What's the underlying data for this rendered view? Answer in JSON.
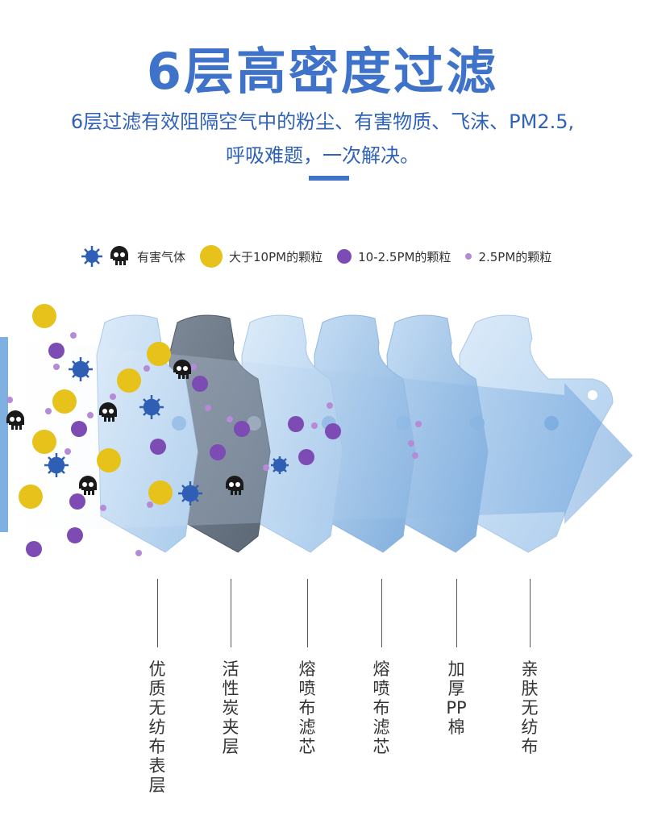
{
  "title": "6层高密度过滤",
  "subtitle": {
    "line1": "6层过滤有效阻隔空气中的粉尘、有害物质、飞沫、PM2.5,",
    "line2": "呼吸难题，一次解决。"
  },
  "legend": [
    {
      "label": "有害气体",
      "icon": "virus-skull-icon"
    },
    {
      "label": "大于10PM的颗粒",
      "icon": "yellow-dot-icon",
      "color": "#e6c21a"
    },
    {
      "label": "10-2.5PM的颗粒",
      "icon": "purple-dot-icon",
      "color": "#7c4bb3"
    },
    {
      "label": "2.5PM的颗粒",
      "icon": "small-purple-dot-icon",
      "color": "#b58ad6"
    }
  ],
  "layers": [
    {
      "label": "优质无纺布表层"
    },
    {
      "label": "活性炭夹层"
    },
    {
      "label": "熔喷布滤芯"
    },
    {
      "label": "熔喷布滤芯"
    },
    {
      "label": "加厚PP棉"
    },
    {
      "label": "亲肤无纺布"
    }
  ],
  "colors": {
    "accent": "#3f72c9",
    "virus": "#2f5fb5",
    "skull": "#1a1a1a",
    "carbon_layer": "#6e7b8a",
    "fabric_layer": "#b9d6f0"
  }
}
